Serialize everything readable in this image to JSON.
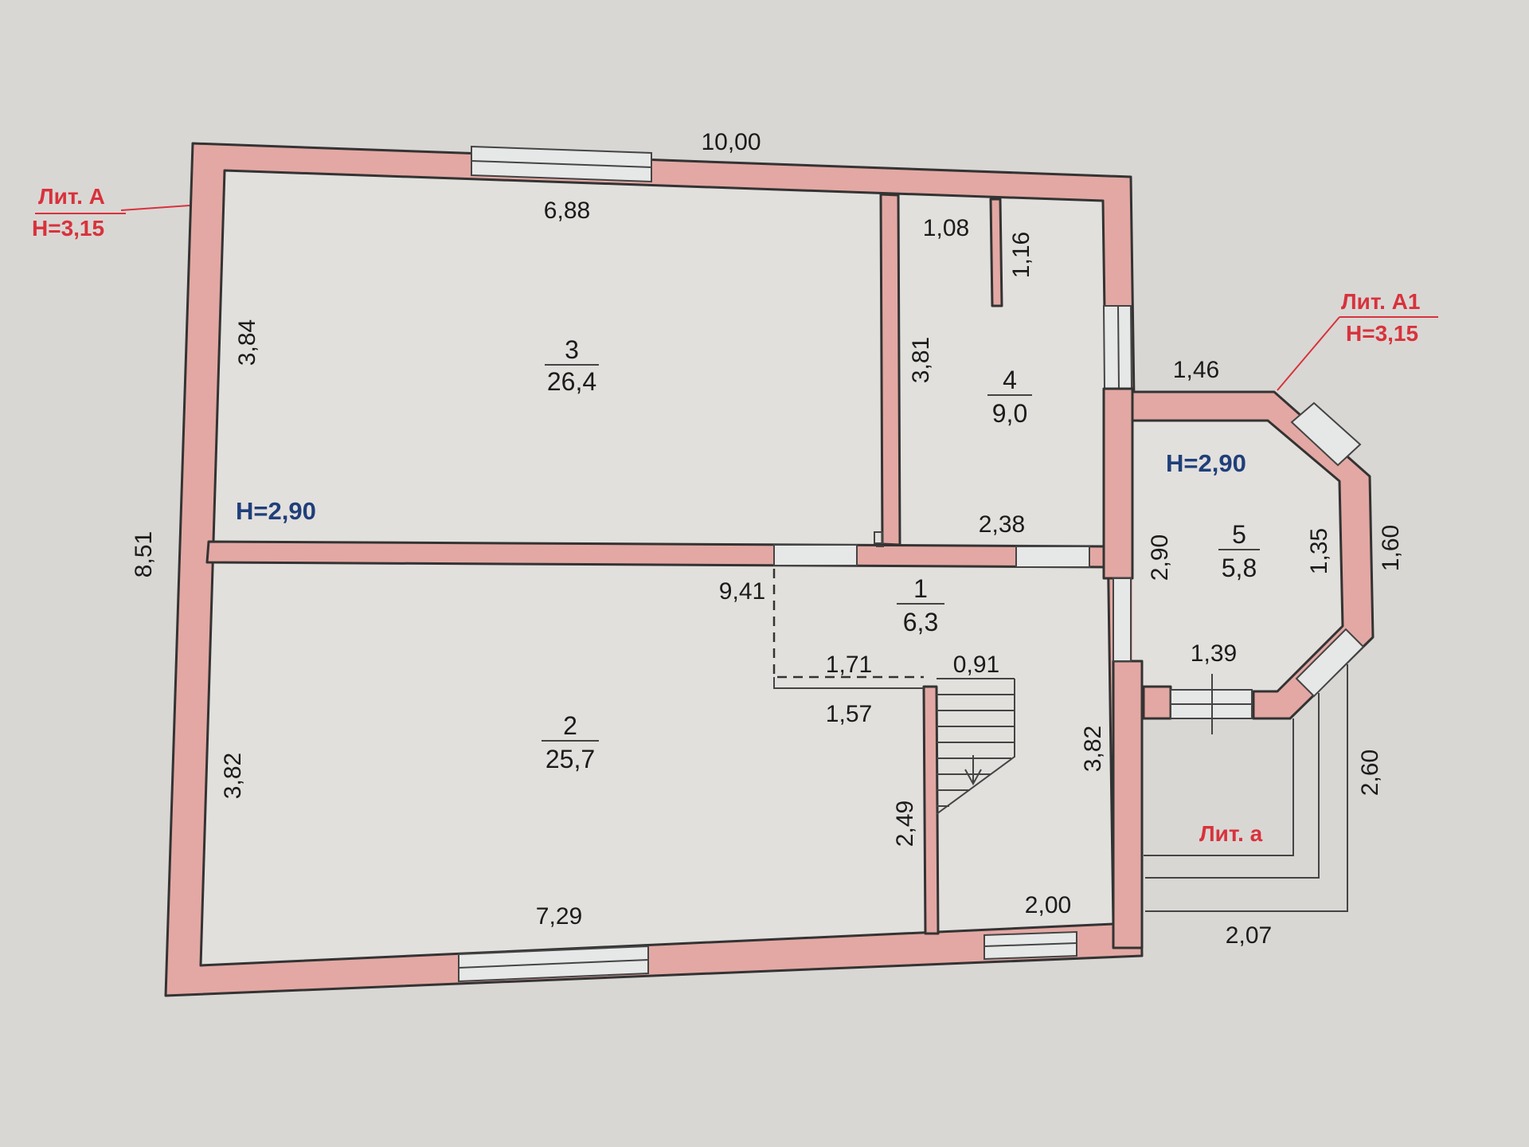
{
  "plan": {
    "labels": {
      "lit_a": "Лит. А",
      "lit_a_height": "Н=3,15",
      "lit_a1": "Лит. А1",
      "lit_a1_height": "Н=3,15",
      "lit_small_a": "Лит. а"
    },
    "ceiling_heights": {
      "room3": "Н=2,90",
      "room5": "Н=2,90"
    },
    "rooms": [
      {
        "number": "1",
        "area": "6,3"
      },
      {
        "number": "2",
        "area": "25,7"
      },
      {
        "number": "3",
        "area": "26,4"
      },
      {
        "number": "4",
        "area": "9,0"
      },
      {
        "number": "5",
        "area": "5,8"
      }
    ],
    "dimensions": {
      "top_overall": "10,00",
      "left_overall": "8,51",
      "room3_width": "6,88",
      "room3_height": "3,84",
      "room4_partition_width": "1,08",
      "room4_partition_length": "1,16",
      "room4_height": "3,81",
      "room4_bottom": "2,38",
      "lit_a1_top": "1,46",
      "room5_left": "2,90",
      "room5_right_inner": "1,35",
      "room5_right_outer": "1,60",
      "room5_bottom": "1,39",
      "hall_length": "9,41",
      "stair_top_left": "1,71",
      "stair_top_right": "0,91",
      "stair_bottom": "1,57",
      "stair_wall": "2,49",
      "room1_right": "3,82",
      "room2_left": "3,82",
      "room2_bottom": "7,29",
      "room1_bottom": "2,00",
      "porch_right": "2,60",
      "porch_bottom": "2,07"
    }
  }
}
